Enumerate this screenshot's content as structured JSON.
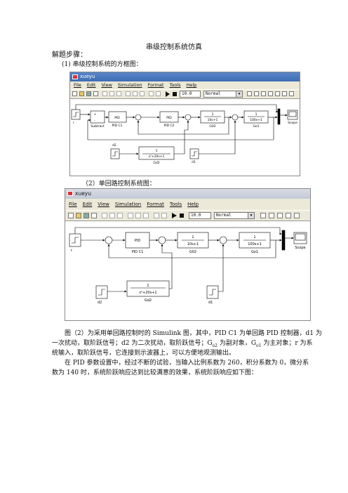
{
  "doc": {
    "title": "串级控制系统仿真",
    "steps_heading": "解题步骤：",
    "item1": "(1) 串级控制系统的方框图：",
    "item2": "（2）单回路控制系统图：",
    "para1_line1": "图（2）为采用单回路控制时的 Simulink 图，其中，PID C1 为单回路 PID 控制器，d1 为",
    "para1_line2": "一次扰动，取阶跃信号；d2 为二次扰动，取阶跃信号；G",
    "para1_sub1": "o2",
    "para1_mid": " 为副对象，G",
    "para1_sub2": "o1",
    "para1_tail": " 为主对象；r 为系",
    "para1_line3": "统输入，取阶跃信号，它连接到示波器上，可以方便地观测输出。",
    "para2_line1": "在 PID 参数设置中，经过不断的试验，当输入比例系数为 260，积分系数为 0，微分系",
    "para2_line2": "数为 140 时，系统阶跃响应达到比较满意的效果，系统阶跃响应如下图："
  },
  "window1": {
    "title": "xueyu",
    "menu": [
      "File",
      "Edit",
      "View",
      "Simulation",
      "Format",
      "Tools",
      "Help"
    ],
    "stop_time": "10.0",
    "mode": "Normal",
    "blocks": {
      "r": "r",
      "subtract": "Subtract",
      "pid1": "PID",
      "pid1_name": "PID C1",
      "pid2": "PID",
      "pid2_name": "PID C2",
      "go2_num": "1",
      "go2_den": "10s+1",
      "go2_name": "G02",
      "go1_num": "1",
      "go1_den": "100s+1",
      "go1_name": "Go1",
      "scope": "Scope",
      "d2": "d2",
      "gd2_num": "1",
      "gd2_den": "s²+20s+1",
      "gd2_name": "Gd2",
      "d1": "d1"
    }
  },
  "window2": {
    "title": "xueyu",
    "menu": [
      "File",
      "Edit",
      "View",
      "Simulation",
      "Format",
      "Tools",
      "Help"
    ],
    "stop_time": "10.0",
    "mode": "Normal",
    "blocks": {
      "r": "r",
      "pid1": "PID",
      "pid1_name": "PID C1",
      "go2_num": "1",
      "go2_den": "10s+1",
      "go2_name": "G02",
      "go1_num": "1",
      "go1_den": "100s+1",
      "go1_name": "Go1",
      "scope": "Scope",
      "d2": "d2",
      "gd2_num": "1",
      "gd2_den": "s²+20s+1",
      "gd2_name": "Gd2",
      "d1": "d1"
    }
  }
}
